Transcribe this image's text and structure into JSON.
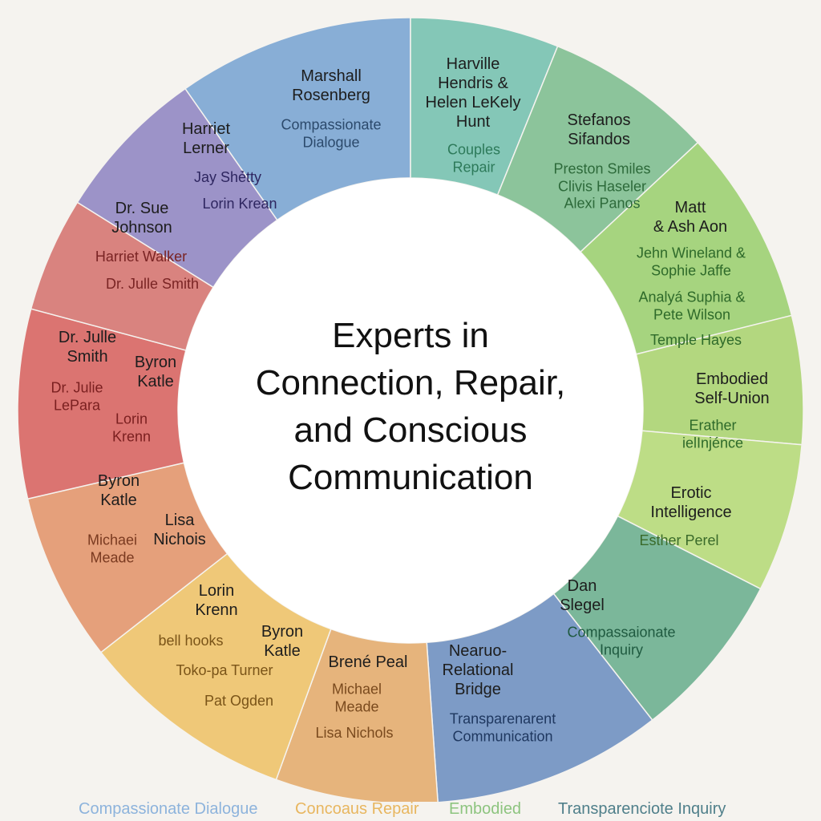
{
  "title": "Experts in\nConnection, Repair,\nand Conscious\nCommunication",
  "colors": {
    "background": "#f5f3ef",
    "blue": "#88aed6",
    "teal": "#84c7b7",
    "green": "#8cc49b",
    "lightgreen": "#a6d47f",
    "yellowgreen": "#b9dc82",
    "seagreen": "#7bb79a",
    "slateblue": "#7d9bc6",
    "tan": "#e6b47c",
    "yellow": "#efc878",
    "salmon": "#e5a07b",
    "red": "#db7471",
    "rose": "#d9837f",
    "purple": "#9c93c8"
  },
  "segments": [
    {
      "name": "Marshall\nRosenberg",
      "items": [
        "Compassionate\nDialogue"
      ],
      "color": "#88aed6",
      "text_color": "#2c4a6c"
    },
    {
      "name": "Harville\nHendris &\nHelen LeKely\nHunt",
      "items": [
        "Couples\nRepair"
      ],
      "color": "#84c7b7",
      "text_color": "#2d7a5a"
    },
    {
      "name": "Stefanos\nSifandos",
      "items": [
        "Preston Smiles\nClivis Haseler\nAlexi Panos"
      ],
      "color": "#8cc49b",
      "text_color": "#2d6a3a"
    },
    {
      "name": "Matt\n& Ash Aon",
      "items": [
        "Jehn Wineland &\nSophie Jaffe",
        "Analyá Suphia &\nPete Wilson",
        "Temple Hayes"
      ],
      "color": "#a6d47f",
      "text_color": "#2e6a2a"
    },
    {
      "name": "Embodied\nSelf-Union",
      "items": [
        "Erather ielInjénce"
      ],
      "color": "#b3d77f",
      "text_color": "#2e6a2a"
    },
    {
      "name": "Erotic\nIntelligence",
      "items": [
        "Esther Perel"
      ],
      "color": "#bddd86",
      "text_color": "#3a6a2a"
    },
    {
      "name": "Dan\nSlegel",
      "items": [
        "Compassaionate\nInquiry"
      ],
      "color": "#7bb79a",
      "text_color": "#1f5a40"
    },
    {
      "name": "Nearuo-\nRelational\nBridge",
      "items": [
        "Transparenarent\nCommunication"
      ],
      "color": "#7d9bc6",
      "text_color": "#1f3860"
    },
    {
      "name": "Brené Peal",
      "items": [
        "Michael\nMeade",
        "Lisa Nichols"
      ],
      "color": "#e6b47c",
      "text_color": "#7a4a1e"
    },
    {
      "name": "Lorin\nKrenn",
      "items": [
        "bell hooks",
        "Toko-pa Turner",
        "Pat Ogden"
      ],
      "color": "#efc878",
      "text_color": "#7a5418"
    },
    {
      "name": "Byron\nKatle",
      "items": [],
      "color": "#efc878",
      "text_color": "#7a5418"
    },
    {
      "name": "Byron\nKatle",
      "items": [
        "Michaei\nMeade"
      ],
      "color": "#e5a07b",
      "text_color": "#7a3a20"
    },
    {
      "name": "Lisa\nNichois",
      "items": [],
      "color": "#e5a07b",
      "text_color": "#7a3a20"
    },
    {
      "name": "Dr. Julle\nSmith",
      "items": [
        "Dr. Julie\nLePara"
      ],
      "color": "#db7471",
      "text_color": "#7a1f1f"
    },
    {
      "name": "Byron\nKatle",
      "items": [
        "Lorin\nKrenn"
      ],
      "color": "#db7471",
      "text_color": "#7a1f1f"
    },
    {
      "name": "Dr. Sue\nJohnson",
      "items": [
        "Harriet Walker",
        "Dr. Julle Smith"
      ],
      "color": "#d9837f",
      "text_color": "#7a2424"
    },
    {
      "name": "Harriet\nLerner",
      "items": [
        "Jay Shẻtty",
        "Lorin Krean"
      ],
      "color": "#9c93c8",
      "text_color": "#2e2660"
    }
  ],
  "legend": [
    {
      "label": "Compassionate Dialogue",
      "color": "#8db3dc"
    },
    {
      "label": "Concoaus Repair",
      "color": "#e8b65f"
    },
    {
      "label": "Embodied",
      "color": "#8dc47f"
    },
    {
      "label": "Transparenciote Inquiry",
      "color": "#4f7f8a"
    }
  ]
}
